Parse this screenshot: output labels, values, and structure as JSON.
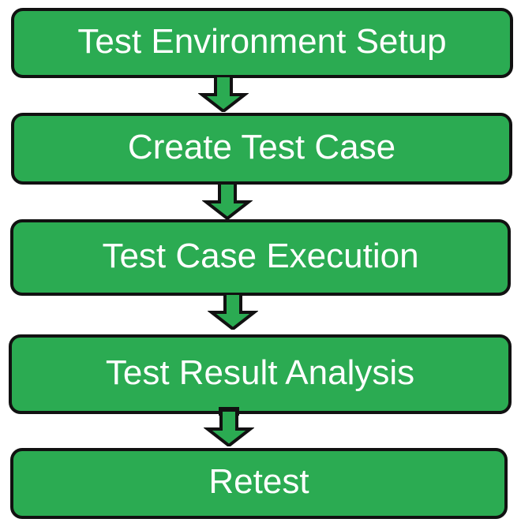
{
  "flowchart": {
    "steps": [
      {
        "label": "Test Environment Setup"
      },
      {
        "label": "Create Test Case"
      },
      {
        "label": "Test Case Execution"
      },
      {
        "label": "Test Result Analysis"
      },
      {
        "label": "Retest"
      }
    ],
    "connector": "down-block-arrow",
    "colors": {
      "box_fill": "#2bab52",
      "box_border": "#111111",
      "text": "#ffffff",
      "arrow_fill": "#2bab52",
      "arrow_outline": "#111111",
      "background": "#ffffff"
    }
  }
}
